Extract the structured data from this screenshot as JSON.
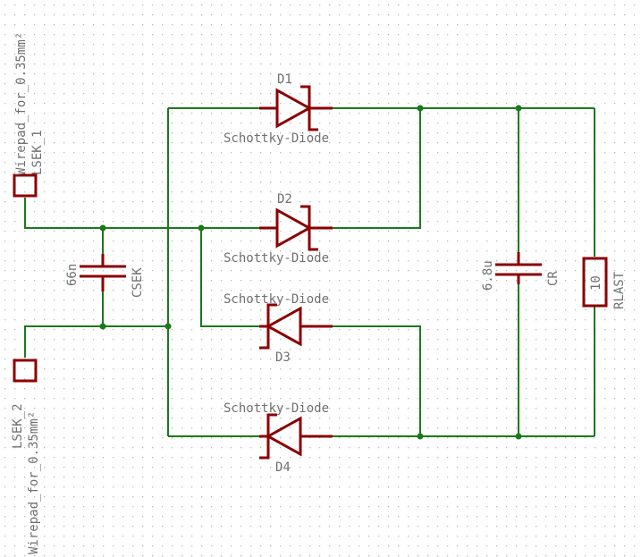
{
  "colors": {
    "wire": "#1a7a1a",
    "symbol": "#8b0000",
    "label": "#707070",
    "grid": "#b8b8b8",
    "background": "#ffffff"
  },
  "pads": [
    {
      "name": "LSEK_1",
      "value": "Wirepad_for_0.35mm²"
    },
    {
      "name": "LSEK_2",
      "value": "Wirepad_for_0.35mm²"
    }
  ],
  "diodes": [
    {
      "name": "D1",
      "value": "Schottky-Diode"
    },
    {
      "name": "D2",
      "value": "Schottky-Diode"
    },
    {
      "name": "D3",
      "value": "Schottky-Diode"
    },
    {
      "name": "D4",
      "value": "Schottky-Diode"
    }
  ],
  "capacitors": [
    {
      "name": "CSEK",
      "value": "66n"
    },
    {
      "name": "CR",
      "value": "6.8u"
    }
  ],
  "resistor": {
    "name": "RLAST",
    "value": "10"
  }
}
